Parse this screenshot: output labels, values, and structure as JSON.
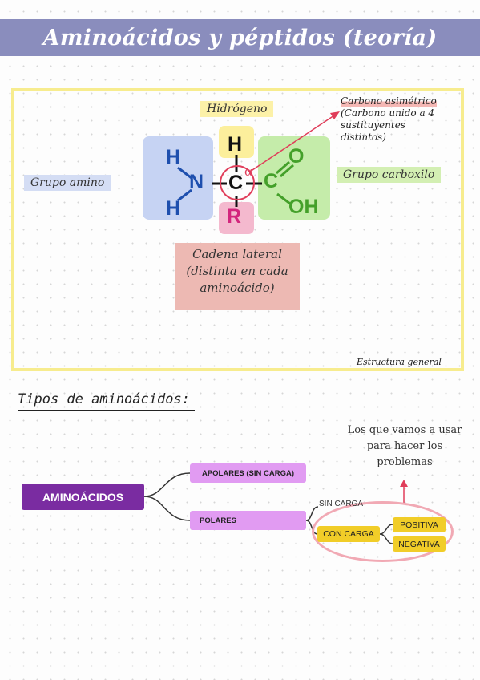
{
  "header": {
    "title": "Aminoácidos y péptidos (teoría)"
  },
  "structure": {
    "labels": {
      "hidrogeno": "Hidrógeno",
      "grupo_amino": "Grupo amino",
      "grupo_carboxilo": "Grupo carboxilo",
      "cadena_lateral": [
        "Cadena lateral",
        "(distinta en cada",
        "aminoácido)"
      ],
      "carbono_asimetrico": "Carbono asimétrico",
      "carbono_detalle": [
        "(Carbono unido a 4",
        "sustituyentes",
        "distintos)"
      ],
      "estructura_general": "Estructura general"
    },
    "molecule": {
      "amine_h_top": "H",
      "amine_h_bottom": "H",
      "nitrogen": "N",
      "top_h": "H",
      "alpha_carbon": "C",
      "alpha_symbol": "α",
      "side_chain": "R",
      "carboxyl_carbon": "C",
      "oxygen": "O",
      "hydroxyl": "OH"
    }
  },
  "tipos": {
    "title": "Tipos de aminoácidos:",
    "note": [
      "Los que vamos a usar",
      "para hacer los",
      "problemas"
    ],
    "tree": {
      "root": "AMINOÁCIDOS",
      "apolares": "APOLARES (SIN CARGA)",
      "polares": "POLARES",
      "sin_carga": "SIN CARGA",
      "con_carga": "CON CARGA",
      "positiva": "POSITIVA",
      "negativa": "NEGATIVA"
    }
  },
  "colors": {
    "header_bg": "#8a8dbd",
    "frame_border": "#f7ec8e",
    "amine_box": "#c6d3f3",
    "carboxyl_box": "#c5ecaa",
    "h_box": "#fcef9c",
    "r_box": "#f4b9ce",
    "root_node": "#7a2ca1",
    "polar_nodes": "#e19bf2",
    "charge_nodes": "#f1cd28",
    "highlight": "#f1a9b4",
    "arrow": "#e03d5a"
  }
}
